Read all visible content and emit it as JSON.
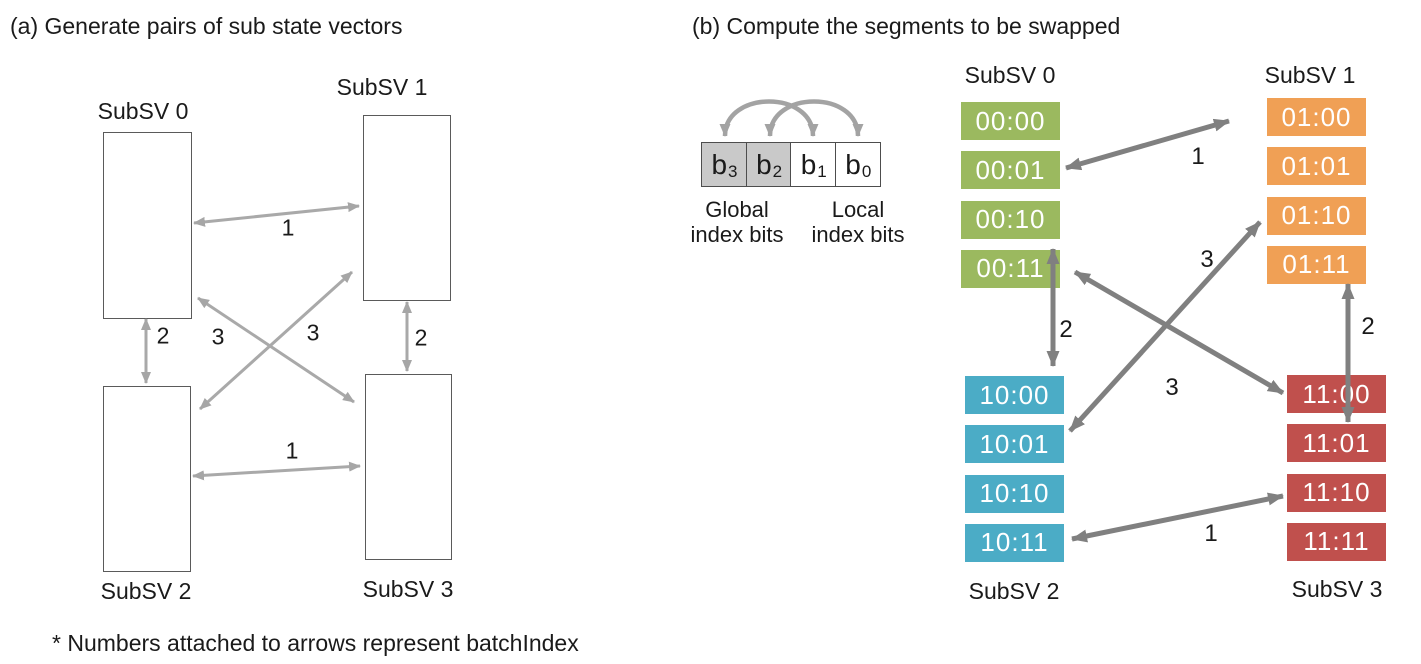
{
  "panel_a": {
    "title": "(a) Generate pairs of sub state vectors",
    "nodes": [
      {
        "label": "SubSV 0"
      },
      {
        "label": "SubSV 1"
      },
      {
        "label": "SubSV 2"
      },
      {
        "label": "SubSV 3"
      }
    ],
    "arrows": [
      {
        "from": "SubSV 0",
        "to": "SubSV 1",
        "batch_index": "1"
      },
      {
        "from": "SubSV 0",
        "to": "SubSV 2",
        "batch_index": "2"
      },
      {
        "from": "SubSV 1",
        "to": "SubSV 3",
        "batch_index": "2"
      },
      {
        "from": "SubSV 0",
        "to": "SubSV 3",
        "batch_index": "3"
      },
      {
        "from": "SubSV 1",
        "to": "SubSV 2",
        "batch_index": "3"
      },
      {
        "from": "SubSV 2",
        "to": "SubSV 3",
        "batch_index": "1"
      }
    ],
    "footnote": "* Numbers attached to arrows represent batchIndex"
  },
  "panel_b": {
    "title": "(b) Compute the segments to be swapped",
    "bit_diagram": {
      "cells": [
        {
          "base": "b",
          "sub": "3",
          "shaded": true
        },
        {
          "base": "b",
          "sub": "2",
          "shaded": true
        },
        {
          "base": "b",
          "sub": "1",
          "shaded": false
        },
        {
          "base": "b",
          "sub": "0",
          "shaded": false
        }
      ],
      "swap_arcs": [
        {
          "from": "b3",
          "to": "b1"
        },
        {
          "from": "b2",
          "to": "b0"
        }
      ],
      "left_caption": "Global index bits",
      "right_caption": "Local index bits"
    },
    "columns": [
      {
        "name": "SubSV 0",
        "color": "#9BB95F",
        "segments": [
          "00:00",
          "00:01",
          "00:10",
          "00:11"
        ]
      },
      {
        "name": "SubSV 1",
        "color": "#F0A055",
        "segments": [
          "01:00",
          "01:01",
          "01:10",
          "01:11"
        ]
      },
      {
        "name": "SubSV 2",
        "color": "#4BACC6",
        "segments": [
          "10:00",
          "10:01",
          "10:10",
          "10:11"
        ]
      },
      {
        "name": "SubSV 3",
        "color": "#C0504D",
        "segments": [
          "11:00",
          "11:01",
          "11:10",
          "11:11"
        ]
      }
    ],
    "arrows": [
      {
        "from": "00:01",
        "to": "01:00",
        "batch_index": "1"
      },
      {
        "from": "00:11",
        "to": "10:00",
        "batch_index": "2"
      },
      {
        "from": "01:11",
        "to": "11:01",
        "batch_index": "2"
      },
      {
        "from": "00:11",
        "to": "11:00",
        "batch_index": "3"
      },
      {
        "from": "10:01",
        "to": "01:10",
        "batch_index": "3"
      },
      {
        "from": "10:11",
        "to": "11:10",
        "batch_index": "1"
      }
    ]
  },
  "colors": {
    "subsv0_green": "#9BB95F",
    "subsv1_orange": "#F0A055",
    "subsv2_teal": "#4BACC6",
    "subsv3_red": "#C0504D",
    "arrow_gray_light": "#A6A6A6",
    "arrow_gray_dark": "#808080",
    "bit_cell_shaded": "#C9C9C9",
    "node_border": "#5A5A5A",
    "text": "#1A1A1A"
  }
}
